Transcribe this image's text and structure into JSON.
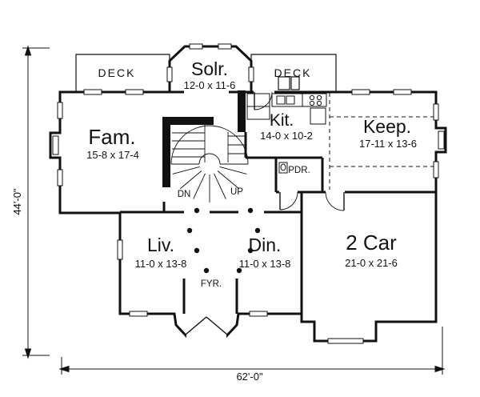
{
  "colors": {
    "ink": "#111111",
    "background": "#ffffff"
  },
  "dimensions": {
    "left": "44'-0\"",
    "bottom": "62'-0\""
  },
  "rooms": {
    "deck_left": {
      "name": "DECK"
    },
    "solarium": {
      "name": "Solr.",
      "size": "12-0 x 11-6"
    },
    "deck_right": {
      "name": "DECK"
    },
    "family": {
      "name": "Fam.",
      "size": "15-8 x 17-4"
    },
    "kitchen": {
      "name": "Kit.",
      "size": "14-0 x 10-2"
    },
    "keeping": {
      "name": "Keep.",
      "size": "17-11 x 13-6"
    },
    "powder": {
      "name": "PDR."
    },
    "living": {
      "name": "Liv.",
      "size": "11-0 x 13-8"
    },
    "dining": {
      "name": "Din.",
      "size": "11-0 x 13-8"
    },
    "foyer": {
      "name": "FYR."
    },
    "garage": {
      "name": "2 Car",
      "size": "21-0 x 21-6"
    }
  },
  "stairs": {
    "down": "DN",
    "up": "UP"
  }
}
